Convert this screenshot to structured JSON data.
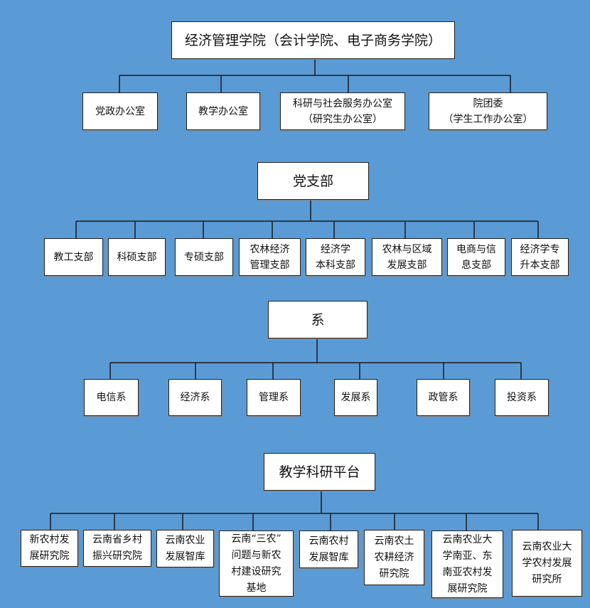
{
  "colors": {
    "background": "#5b9bd5",
    "box": "#ffffff",
    "line": "#1a1a1a"
  },
  "sections": [
    {
      "title": "经济管理学院（会计学院、电子商务学院）",
      "items": [
        "党政办公室",
        "教学办公室",
        "科研与社会服务办公室\n（研究生办公室）",
        "院团委\n（学生工作办公室）"
      ]
    },
    {
      "title": "党支部",
      "items": [
        "教工支部",
        "科硕支部",
        "专硕支部",
        "农林经济\n管理支部",
        "经济学\n本科支部",
        "农林与区域\n发展支部",
        "电商与信\n息支部",
        "经济学专\n升本支部"
      ]
    },
    {
      "title": "系",
      "items": [
        "电信系",
        "经济系",
        "管理系",
        "发展系",
        "政管系",
        "投资系"
      ]
    },
    {
      "title": "教学科研平台",
      "items": [
        "新农村发\n展研究院",
        "云南省乡村\n振兴研究院",
        "云南农业\n发展智库",
        "云南“三农”\n问题与新农\n村建设研究\n基地",
        "云南农村\n发展智库",
        "云南农土\n农耕经济\n研究院",
        "云南农业大\n学南亚、东\n南亚农村发\n展研究院",
        "云南农业大\n学农村发展\n研究所"
      ]
    }
  ]
}
